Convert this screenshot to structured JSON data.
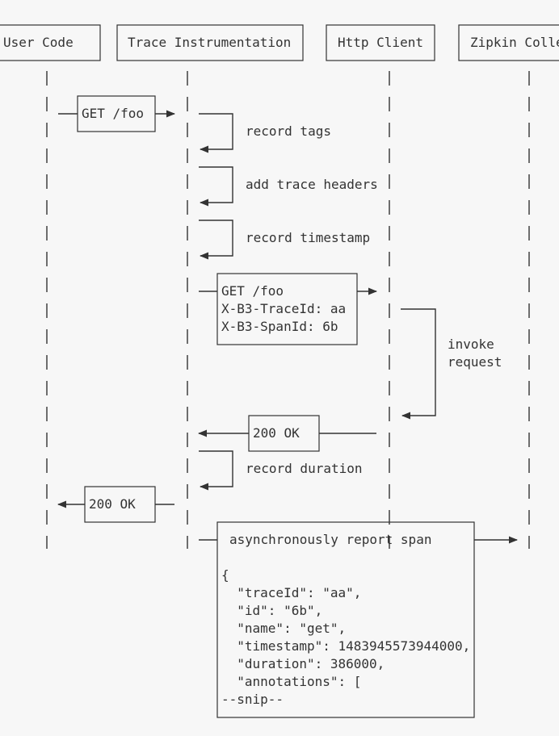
{
  "participants": [
    "User Code",
    "Trace Instrumentation",
    "Http Client",
    "Zipkin Colle"
  ],
  "messages": {
    "get_foo": "GET /foo",
    "record_tags": "record tags",
    "add_trace_headers": "add trace headers",
    "record_timestamp": "record timestamp",
    "request_lines": [
      "GET /foo",
      "X-B3-TraceId: aa",
      "X-B3-SpanId: 6b"
    ],
    "invoke_lines": [
      "invoke",
      "request"
    ],
    "ok_http": "200 OK",
    "record_duration": "record duration",
    "ok_user": "200 OK",
    "report_span": "asynchronously report span",
    "span_json_lines": [
      "{",
      "  \"traceId\": \"aa\",",
      "  \"id\": \"6b\",",
      "  \"name\": \"get\",",
      "  \"timestamp\": 1483945573944000,",
      "  \"duration\": 386000,",
      "  \"annotations\": [",
      "--snip--"
    ]
  }
}
